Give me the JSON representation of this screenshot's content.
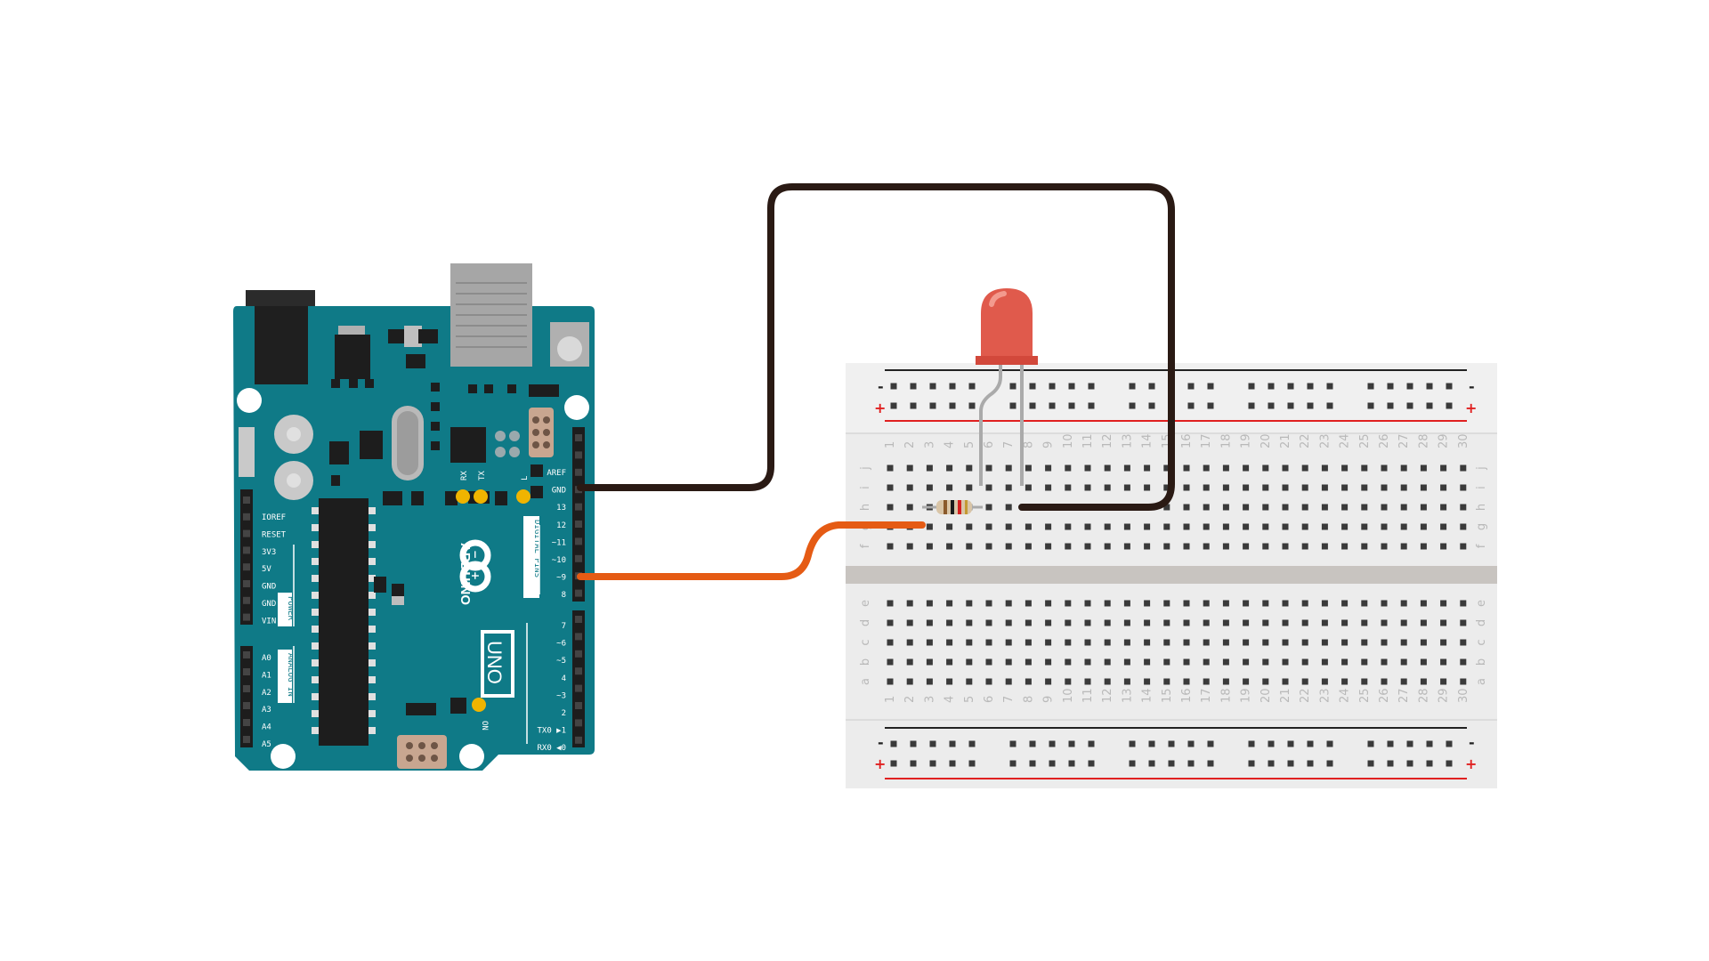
{
  "arduino": {
    "brand": "ARDUINO",
    "model": "UNO",
    "labels": {
      "digital_pins": "DIGITAL PINS",
      "power": "POWER",
      "analog_in": "ANALOG IN",
      "on": "ON",
      "l": "L",
      "tx": "TX",
      "rx": "RX"
    },
    "power_pins": [
      "IOREF",
      "RESET",
      "3V3",
      "5V",
      "GND",
      "GND",
      "VIN"
    ],
    "analog_pins": [
      "A0",
      "A1",
      "A2",
      "A3",
      "A4",
      "A5"
    ],
    "digital_upper": [
      "AREF",
      "GND",
      "13",
      "12",
      "~11",
      "~10",
      "~9",
      "8"
    ],
    "digital_lower": [
      "7",
      "~6",
      "~5",
      "4",
      "~3",
      "2",
      "TX0 ▶1",
      "RX0 ◀0"
    ],
    "board_color": "#0f7a87"
  },
  "breadboard": {
    "column_numbers": [
      "1",
      "2",
      "3",
      "4",
      "5",
      "6",
      "7",
      "8",
      "9",
      "10",
      "11",
      "12",
      "13",
      "14",
      "15",
      "16",
      "17",
      "18",
      "19",
      "20",
      "21",
      "22",
      "23",
      "24",
      "25",
      "26",
      "27",
      "28",
      "29",
      "30"
    ],
    "top_rows": [
      "j",
      "i",
      "h",
      "g",
      "f"
    ],
    "bottom_rows": [
      "e",
      "d",
      "c",
      "b",
      "a"
    ],
    "rail_minus": "-",
    "rail_plus": "+"
  },
  "colors": {
    "wire_gnd": "#2a1a14",
    "wire_signal": "#e55b14",
    "led": "#e05a4c",
    "rail_red": "#e02020"
  }
}
